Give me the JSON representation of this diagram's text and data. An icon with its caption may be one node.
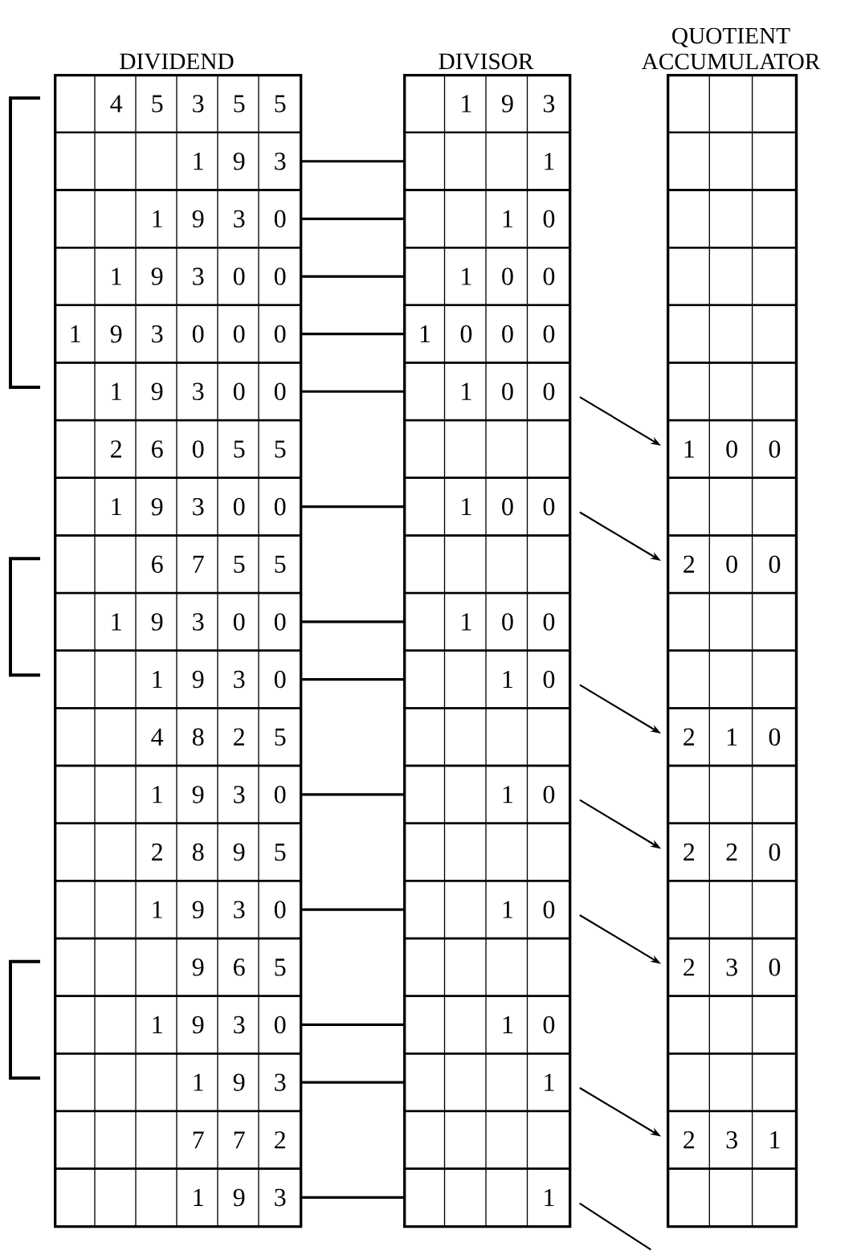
{
  "diagram": {
    "nodes": [
      {
        "text": [
          "DIVIDEND"
        ]
      },
      {
        "text": [
          "4",
          "5",
          "3",
          "5",
          "5"
        ],
        "in": 0
      },
      {
        "text": [
          "1",
          "9",
          "3"
        ],
        "in": 0
      },
      {
        "text": [
          "1",
          "9",
          "3",
          "0"
        ],
        "in": 0
      },
      {
        "text": [
          "1",
          "9",
          "3",
          "0",
          "0"
        ],
        "in": 0
      },
      {
        "text": [
          "1",
          "9",
          "3",
          "0",
          "0",
          "0"
        ],
        "in": 0
      },
      {
        "text": [
          "1",
          "9",
          "3",
          "0",
          "0"
        ],
        "in": 0
      },
      {
        "text": [
          "2",
          "6",
          "0",
          "5",
          "5"
        ],
        "in": 0
      },
      {
        "text": [
          "1",
          "9",
          "3",
          "0",
          "0"
        ],
        "in": 0
      },
      {
        "text": [
          "6",
          "7",
          "5",
          "5"
        ],
        "in": 0
      },
      {
        "text": [
          "1",
          "9",
          "3",
          "0",
          "0"
        ],
        "in": 0
      },
      {
        "text": [
          "1",
          "9",
          "3",
          "0"
        ],
        "in": 0
      },
      {
        "text": [
          "4",
          "8",
          "2",
          "5"
        ],
        "in": 0
      },
      {
        "text": [
          "1",
          "9",
          "3",
          "0"
        ],
        "in": 0
      },
      {
        "text": [
          "2",
          "8",
          "9",
          "5"
        ],
        "in": 0
      },
      {
        "text": [
          "1",
          "9",
          "3",
          "0"
        ],
        "in": 0
      },
      {
        "text": [
          "9",
          "6",
          "5"
        ],
        "in": 0
      },
      {
        "text": [
          "1",
          "9",
          "3",
          "0"
        ],
        "in": 0
      },
      {
        "text": [
          "1",
          "9",
          "3"
        ],
        "in": 0
      },
      {
        "text": [
          "7",
          "7",
          "2"
        ],
        "in": 0
      },
      {
        "text": [
          "1",
          "9",
          "3"
        ],
        "in": 0
      },
      {
        "text": [
          "DIVISOR"
        ]
      },
      {
        "text": [
          "1",
          "9",
          "3"
        ],
        "in": 21
      },
      {
        "text": [
          "1"
        ],
        "in": 21
      },
      {
        "text": [
          "1",
          "0"
        ],
        "in": 21
      },
      {
        "text": [
          "1",
          "0",
          "0"
        ],
        "in": 21
      },
      {
        "text": [
          "1",
          "0",
          "0",
          "0"
        ],
        "in": 21
      },
      {
        "text": [
          "1",
          "0",
          "0"
        ],
        "in": 21
      },
      {
        "text": [],
        "shape": "box",
        "in": 21
      },
      {
        "text": [
          "1",
          "0",
          "0"
        ],
        "in": 21
      },
      {
        "text": [],
        "shape": "box",
        "in": 21
      },
      {
        "text": [
          "1",
          "0",
          "0"
        ],
        "in": 21
      },
      {
        "text": [
          "1",
          "0"
        ],
        "in": 21
      },
      {
        "text": [],
        "shape": "box",
        "in": 21
      },
      {
        "text": [
          "1",
          "0"
        ],
        "in": 21
      },
      {
        "text": [],
        "shape": "box",
        "in": 21
      },
      {
        "text": [
          "1",
          "0"
        ],
        "in": 21
      },
      {
        "text": [],
        "shape": "box",
        "in": 21
      },
      {
        "text": [
          "1",
          "0"
        ],
        "in": 21
      },
      {
        "text": [
          "1"
        ],
        "in": 21
      },
      {
        "text": [],
        "shape": "box",
        "in": 21
      },
      {
        "text": [
          "1"
        ],
        "in": 21
      },
      {
        "text": [
          "QUOTIENT ACCUMULATOR"
        ]
      },
      {
        "text": [],
        "shape": "box",
        "in": 42
      },
      {
        "text": [],
        "shape": "box",
        "in": 42
      },
      {
        "text": [],
        "shape": "box",
        "in": 42
      },
      {
        "text": [],
        "shape": "box",
        "in": 42
      },
      {
        "text": [],
        "shape": "box",
        "in": 42
      },
      {
        "text": [],
        "shape": "box",
        "in": 42
      },
      {
        "text": [
          "1",
          "0",
          "0"
        ],
        "in": 42
      },
      {
        "text": [],
        "shape": "box",
        "in": 42
      },
      {
        "text": [
          "2",
          "0",
          "0"
        ],
        "in": 42
      },
      {
        "text": [],
        "shape": "box",
        "in": 42
      },
      {
        "text": [],
        "shape": "box",
        "in": 42
      },
      {
        "text": [
          "2",
          "1",
          "0"
        ],
        "in": 42
      },
      {
        "text": [],
        "shape": "box",
        "in": 42
      },
      {
        "text": [
          "2",
          "2",
          "0"
        ],
        "in": 42
      },
      {
        "text": [],
        "shape": "box",
        "in": 42
      },
      {
        "text": [
          "2",
          "3",
          "0"
        ],
        "in": 42
      },
      {
        "text": [],
        "shape": "box",
        "in": 42
      },
      {
        "text": [],
        "shape": "box",
        "in": 42
      },
      {
        "text": [
          "2",
          "3",
          "1"
        ],
        "in": 42
      },
      {
        "text": [],
        "shape": "box",
        "in": 42
      }
    ],
    "edges": [
      {
        "from": 2,
        "to": 23,
        "arrow": "none"
      },
      {
        "from": 3,
        "to": 24,
        "arrow": "none"
      },
      {
        "from": 4,
        "to": 25,
        "arrow": "none"
      },
      {
        "from": 5,
        "to": 26,
        "arrow": "none"
      },
      {
        "from": 6,
        "to": 27,
        "arrow": "none"
      },
      {
        "from": 8,
        "to": 29,
        "arrow": "none"
      },
      {
        "from": 10,
        "to": 31,
        "arrow": "none"
      },
      {
        "from": 11,
        "to": 32,
        "arrow": "none"
      },
      {
        "from": 13,
        "to": 34,
        "arrow": "none"
      },
      {
        "from": 15,
        "to": 36,
        "arrow": "none"
      },
      {
        "from": 17,
        "to": 38,
        "arrow": "none"
      },
      {
        "from": 18,
        "to": 39,
        "arrow": "none"
      },
      {
        "from": 20,
        "to": 41,
        "arrow": "none"
      },
      {
        "from": 27,
        "to": 49,
        "arrow": "to"
      },
      {
        "from": 29,
        "to": 51,
        "arrow": "to"
      },
      {
        "from": 32,
        "to": 54,
        "arrow": "to"
      },
      {
        "from": 34,
        "to": 56,
        "arrow": "to"
      },
      {
        "from": 36,
        "to": 58,
        "arrow": "to"
      },
      {
        "from": 39,
        "to": 61,
        "arrow": "to"
      },
      {
        "from": 41,
        "to": null,
        "arrow": "none"
      }
    ]
  }
}
